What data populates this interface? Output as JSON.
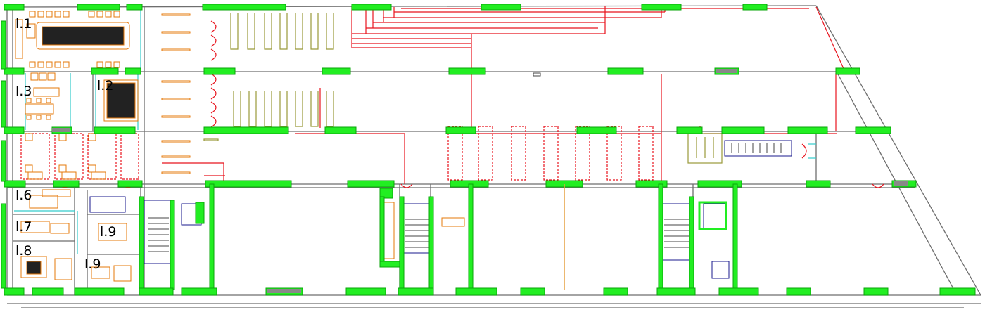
{
  "drawing": {
    "colors": {
      "wall": "#6e6e6e",
      "column": "#22ee22",
      "column_edge": "#0aa50a",
      "pipe": "#e8141e",
      "furniture": "#e6780a",
      "shelving": "#9a9a3a",
      "glass": "#33cccc",
      "stair": "#1a1a8c",
      "background": "#ffffff"
    },
    "room_labels": [
      "l.1",
      "l.3",
      "l.2",
      "l.6",
      "l.7",
      "l.9",
      "l.8",
      "l.9"
    ]
  }
}
